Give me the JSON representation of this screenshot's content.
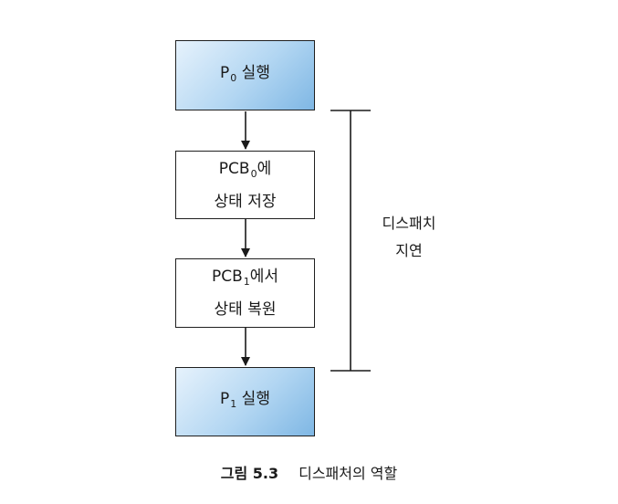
{
  "boxes": [
    {
      "id": "p0",
      "lines": [
        {
          "pre": "P",
          "sub": "0",
          "post": " 실행"
        }
      ]
    },
    {
      "id": "save",
      "lines": [
        {
          "pre": "PCB",
          "sub": "0",
          "post": "에"
        },
        {
          "pre": "상태 저장",
          "sub": "",
          "post": ""
        }
      ]
    },
    {
      "id": "restore",
      "lines": [
        {
          "pre": "PCB",
          "sub": "1",
          "post": "에서"
        },
        {
          "pre": "상태 복원",
          "sub": "",
          "post": ""
        }
      ]
    },
    {
      "id": "p1",
      "lines": [
        {
          "pre": "P",
          "sub": "1",
          "post": " 실행"
        }
      ]
    }
  ],
  "side_label": {
    "line1": "디스패치",
    "line2": "지연"
  },
  "caption": {
    "number": "그림 5.3",
    "text": "디스패처의 역할"
  }
}
